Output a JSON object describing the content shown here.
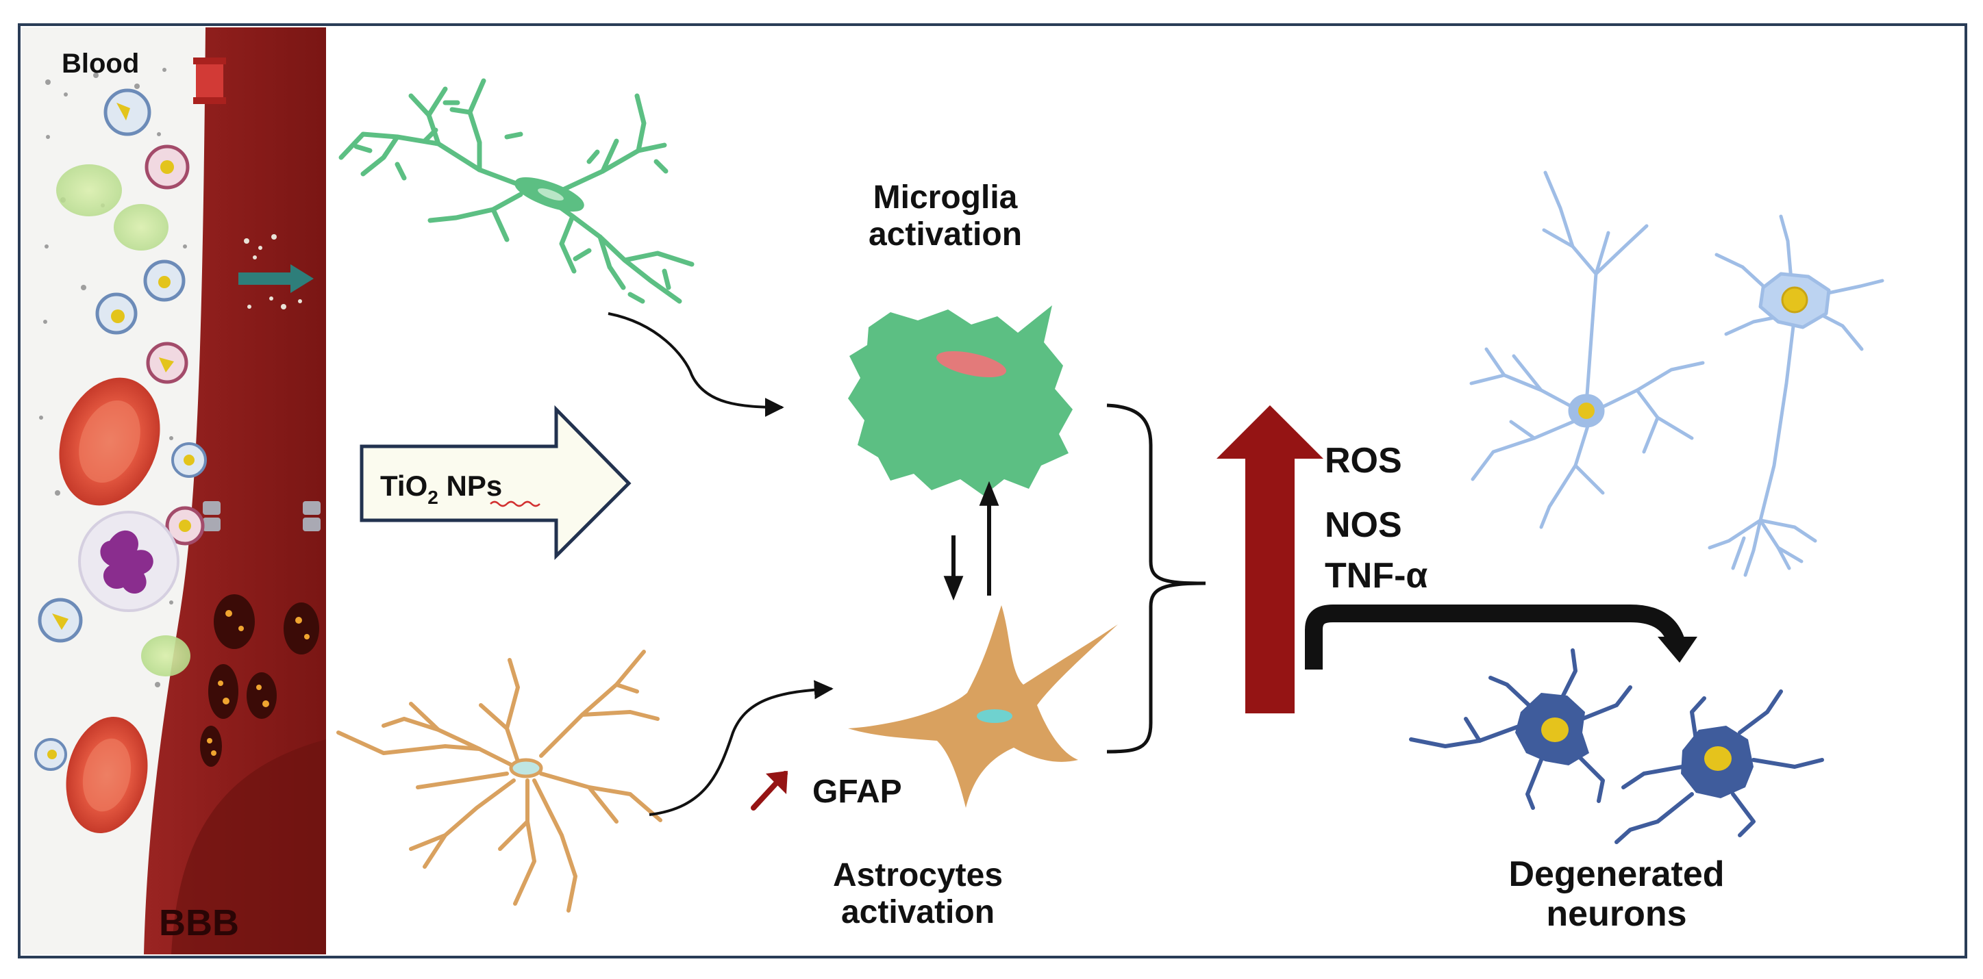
{
  "labels": {
    "blood": "Blood",
    "bbb": "BBB",
    "tio2_prefix": "TiO",
    "tio2_sub": "2",
    "tio2_suffix": " NPs",
    "microglia_line1": "Microglia",
    "microglia_line2": "activation",
    "astrocytes_line1": "Astrocytes",
    "astrocytes_line2": "activation",
    "gfap": "GFAP",
    "ros": "ROS",
    "nos": "NOS",
    "tnf": "TNF-α",
    "degenerated_line1": "Degenerated",
    "degenerated_line2": "neurons"
  },
  "colors": {
    "vessel": "#8e1f1d",
    "vessel_dark": "#6b1210",
    "red_blood_cell": "#e4533f",
    "microglia": "#5cbf83",
    "microglia_nucleus": "#e37a7a",
    "astrocyte": "#d9a15f",
    "healthy_neuron": "#9fbde6",
    "degenerated_neuron": "#3f5c9c",
    "neuron_nucleus": "#e5c31c",
    "up_arrow": "#951414",
    "tio2_arrow_fill": "#fbfbef",
    "tio2_arrow_stroke": "#22324f",
    "frame": "#2a3d57"
  },
  "icons": {
    "blood_vessel": "blood-vessel-illustration",
    "microglia_resting": "resting-microglia-icon",
    "microglia_active": "activated-microglia-icon",
    "astrocyte_resting": "resting-astrocyte-icon",
    "astrocyte_active": "activated-astrocyte-icon",
    "healthy_neurons": "healthy-neuron-icon",
    "degenerated_neurons": "degenerated-neuron-icon"
  }
}
